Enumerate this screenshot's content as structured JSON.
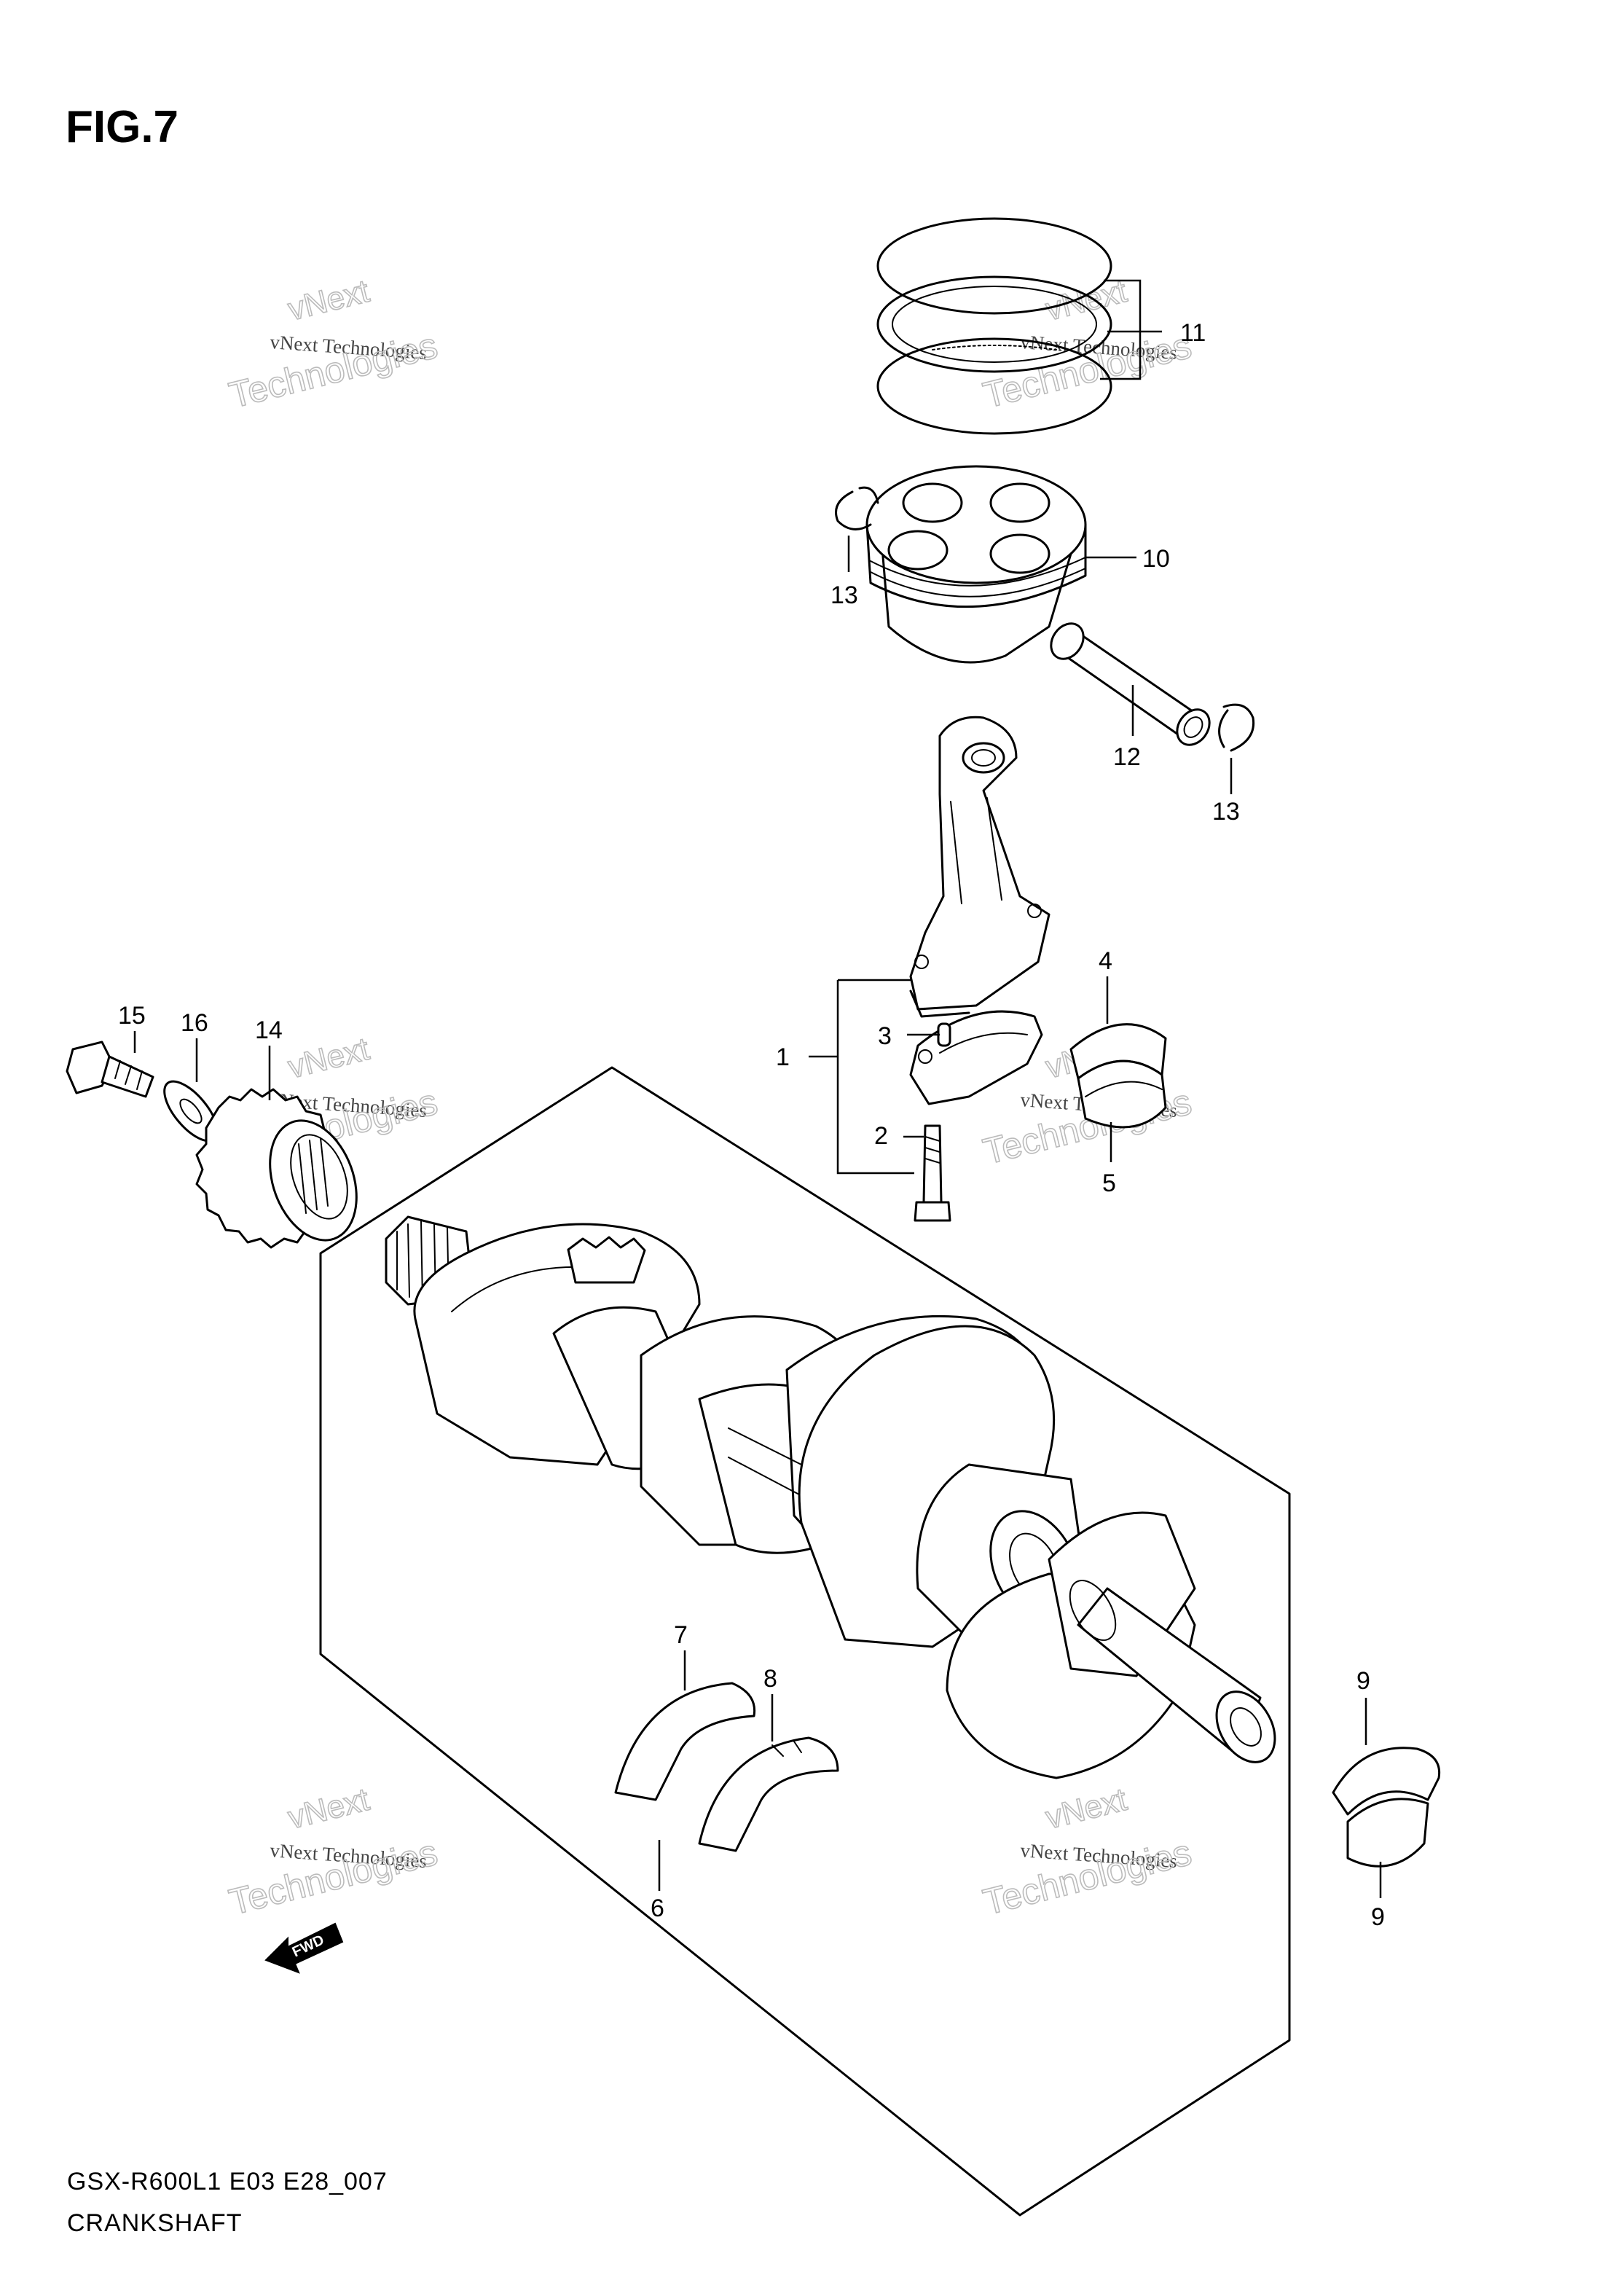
{
  "figure": {
    "title": "FIG.7"
  },
  "footer": {
    "code": "GSX-R600L1 E03 E28_007",
    "name": "CRANKSHAFT"
  },
  "watermark": {
    "line_a": "vNext",
    "line_b": "vNext Technologies",
    "line_c": "Technologies"
  },
  "fwd_label": "FWD",
  "callouts": [
    {
      "id": "c1",
      "label": "1"
    },
    {
      "id": "c2",
      "label": "2"
    },
    {
      "id": "c3",
      "label": "3"
    },
    {
      "id": "c4",
      "label": "4"
    },
    {
      "id": "c5",
      "label": "5"
    },
    {
      "id": "c6",
      "label": "6"
    },
    {
      "id": "c7",
      "label": "7"
    },
    {
      "id": "c8",
      "label": "8"
    },
    {
      "id": "c9a",
      "label": "9"
    },
    {
      "id": "c9b",
      "label": "9"
    },
    {
      "id": "c10",
      "label": "10"
    },
    {
      "id": "c11",
      "label": "11"
    },
    {
      "id": "c12",
      "label": "12"
    },
    {
      "id": "c13a",
      "label": "13"
    },
    {
      "id": "c13b",
      "label": "13"
    },
    {
      "id": "c14",
      "label": "14"
    },
    {
      "id": "c15",
      "label": "15"
    },
    {
      "id": "c16",
      "label": "16"
    }
  ]
}
